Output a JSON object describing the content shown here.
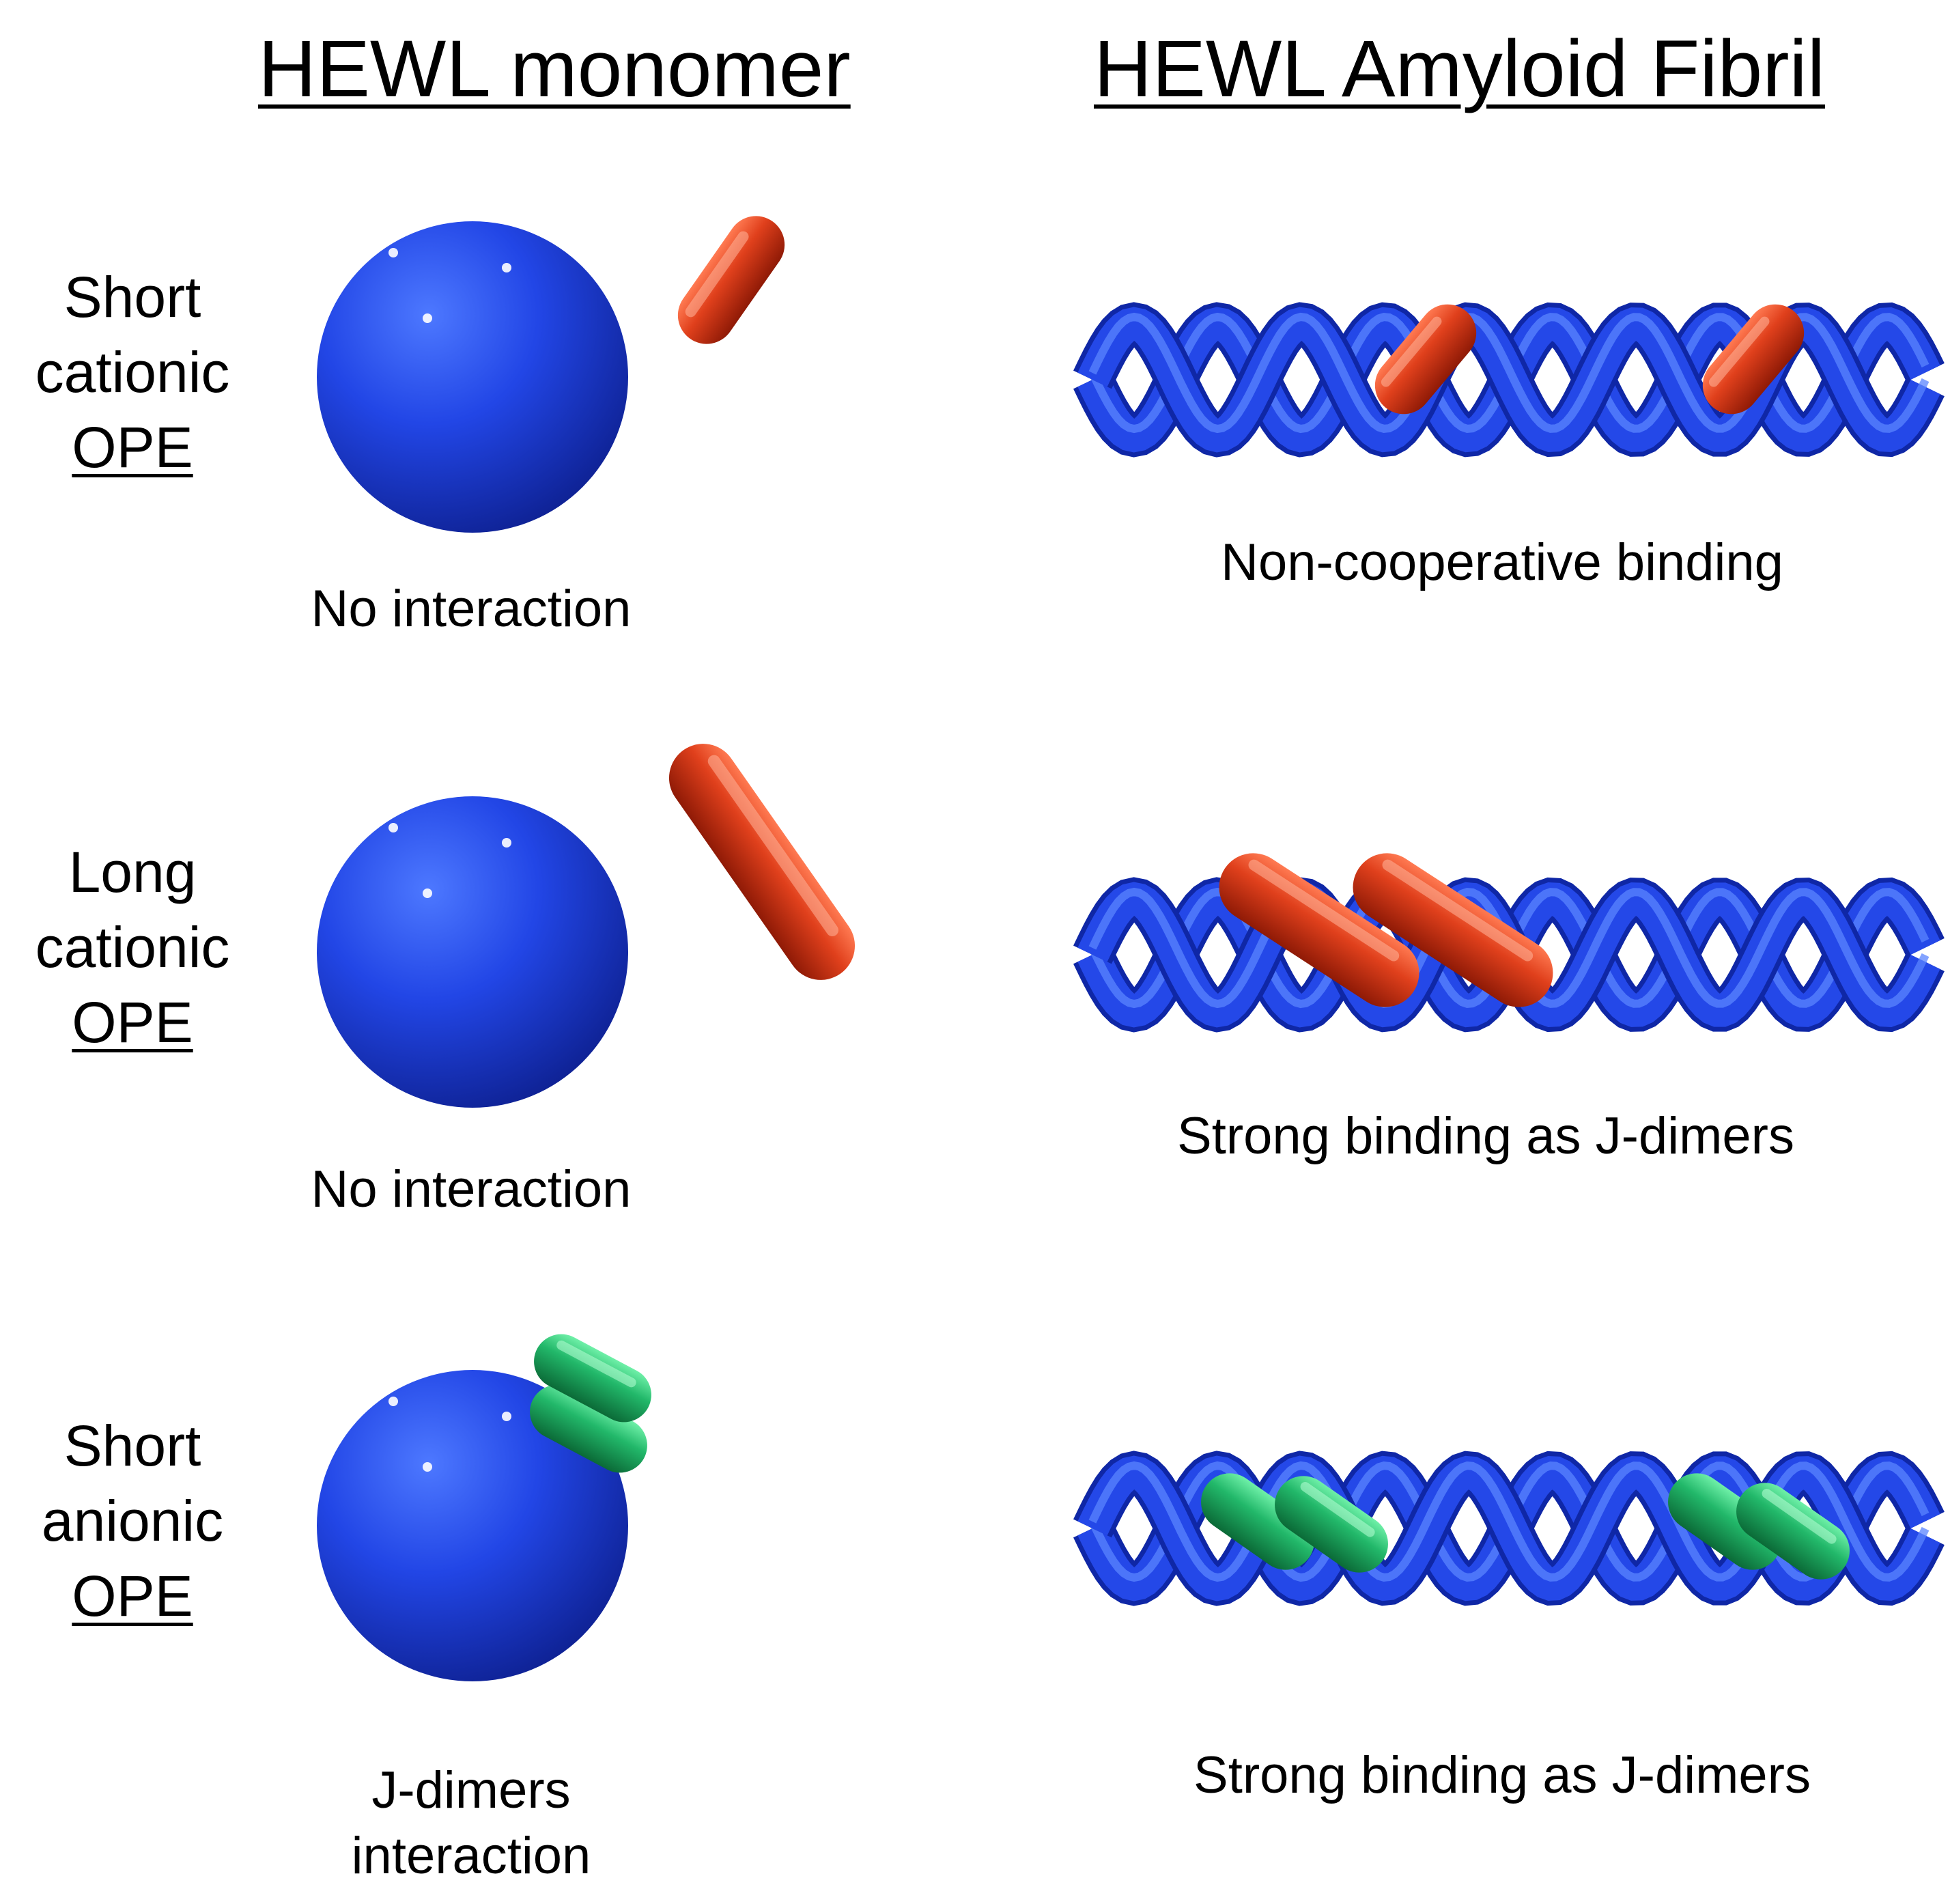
{
  "headers": {
    "monomer": "HEWL monomer",
    "fibril": "HEWL Amyloid Fibril"
  },
  "rows": [
    {
      "label": [
        "Short",
        "cationic",
        "OPE"
      ],
      "monomer_caption": [
        "No interaction"
      ],
      "fibril_caption": "Non-cooperative binding"
    },
    {
      "label": [
        "Long",
        "cationic",
        "OPE"
      ],
      "monomer_caption": [
        "No interaction"
      ],
      "fibril_caption": "Strong binding as J-dimers"
    },
    {
      "label": [
        "Short",
        "anionic",
        "OPE"
      ],
      "monomer_caption": [
        "J-dimers",
        "interaction"
      ],
      "fibril_caption": "Strong binding as J-dimers"
    }
  ],
  "colors": {
    "protein": "#1f3fd6",
    "cationic_ope": "#d83a1a",
    "anionic_ope": "#1faa5c"
  }
}
